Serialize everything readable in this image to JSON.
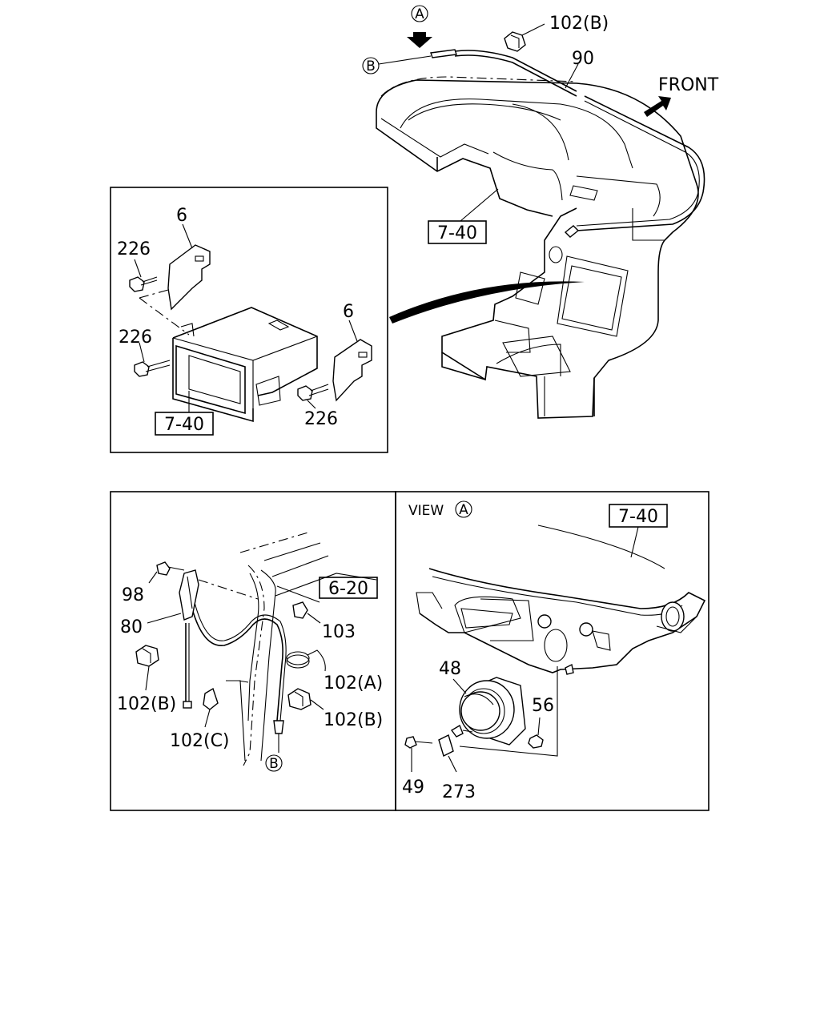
{
  "callouts": {
    "view_a_marker": "A",
    "view_b_marker": "B",
    "part_102b_top": "102(B)",
    "part_90": "90",
    "front": "FRONT",
    "ref_740_main": "7-40",
    "part_6_top": "6",
    "part_226_top": "226",
    "part_226_left": "226",
    "part_6_right": "6",
    "part_226_right": "226",
    "ref_740_inset": "7-40",
    "part_98": "98",
    "part_80": "80",
    "ref_620": "6-20",
    "part_103": "103",
    "part_102a": "102(A)",
    "part_102b_left": "102(B)",
    "part_102b_right": "102(B)",
    "part_102c": "102(C)",
    "marker_b_bottom": "B",
    "view_label": "VIEW",
    "view_label_marker": "A",
    "ref_740_view": "7-40",
    "part_48": "48",
    "part_56": "56",
    "part_49": "49",
    "part_273": "273"
  }
}
